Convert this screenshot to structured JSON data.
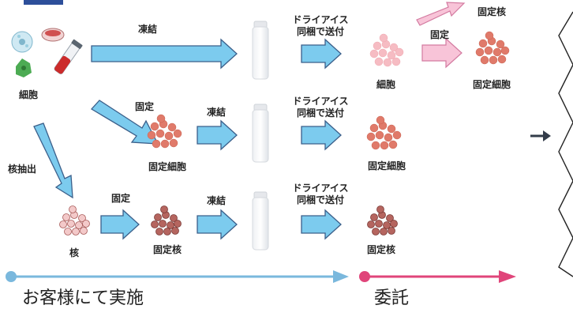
{
  "colors": {
    "arrow_fill": "#7ccbee",
    "arrow_stroke": "#3b5f8a",
    "pink_fill": "#f8c4d8",
    "pink_stroke": "#d37aa0",
    "fixed_cell": "#e07a6a",
    "light_cell": "#f5b6bd",
    "nucleus": "#a85a58",
    "timeline_blue": "#7ab8dd",
    "timeline_pink": "#e0457a"
  },
  "labels": {
    "freeze": "凍結",
    "fix": "固定",
    "extract": "核抽出",
    "ship_line1": "ドライアイス",
    "ship_line2": "同梱で送付",
    "cells": "細胞",
    "fixed_cells": "固定細胞",
    "nuclei": "核",
    "fixed_nuclei": "固定核"
  },
  "timeline": {
    "customer": "お客様にて実施",
    "outsource": "委託"
  }
}
